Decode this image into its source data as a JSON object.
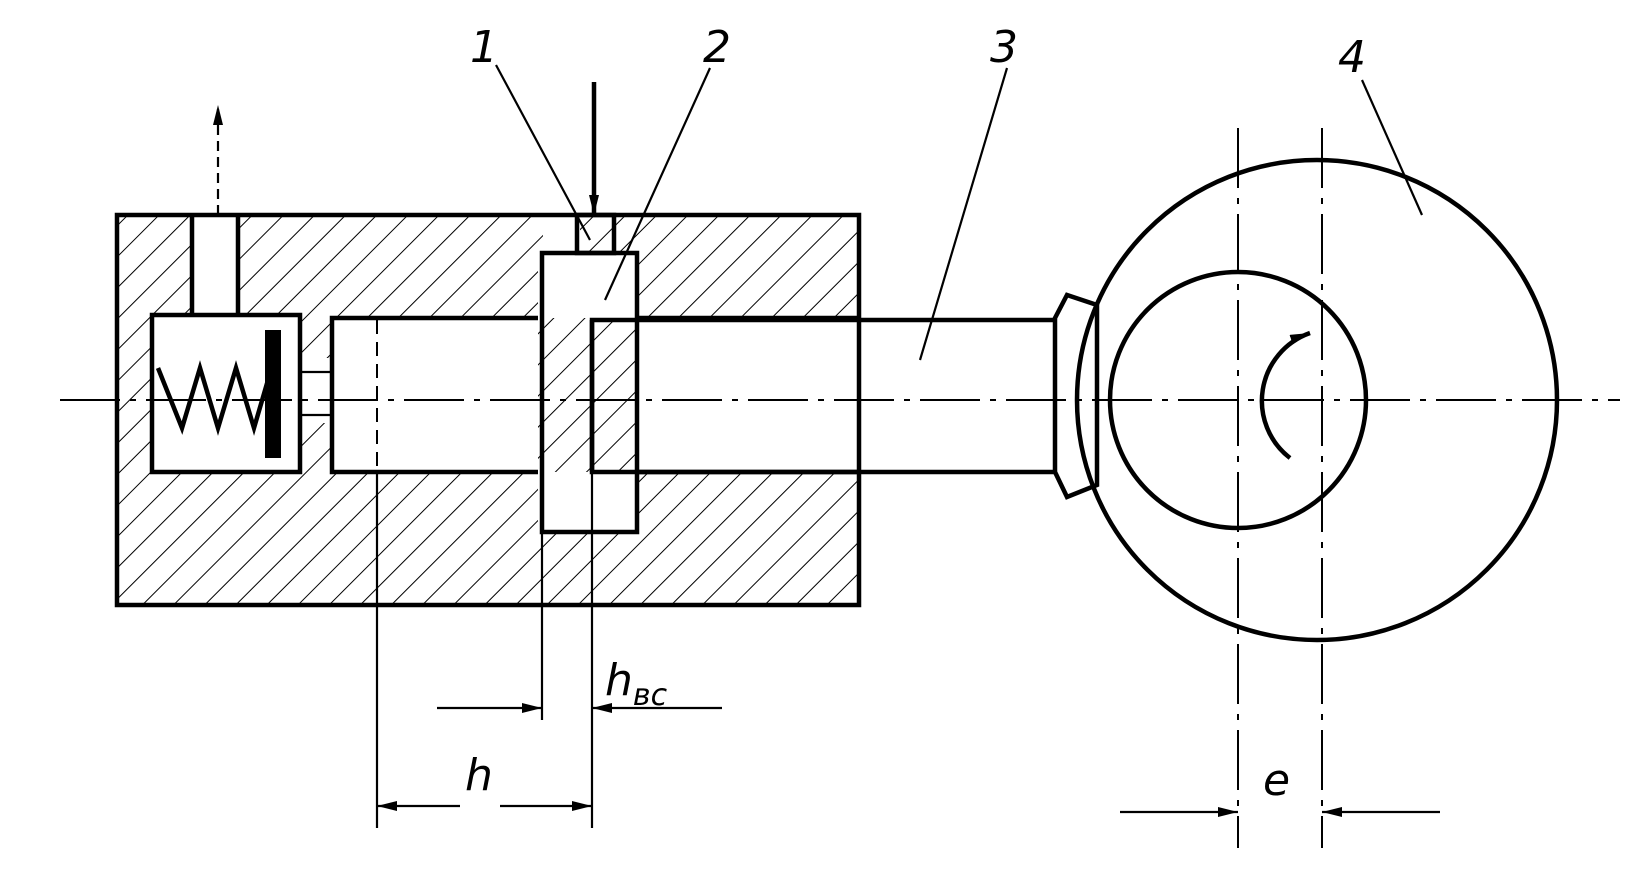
{
  "labels": {
    "part1": "1",
    "part2": "2",
    "part3": "3",
    "part4": "4",
    "h": "h",
    "h_vs_main": "h",
    "h_vs_sub": "вс",
    "e": "e"
  },
  "colors": {
    "ink": "#000000",
    "background": "#ffffff"
  }
}
